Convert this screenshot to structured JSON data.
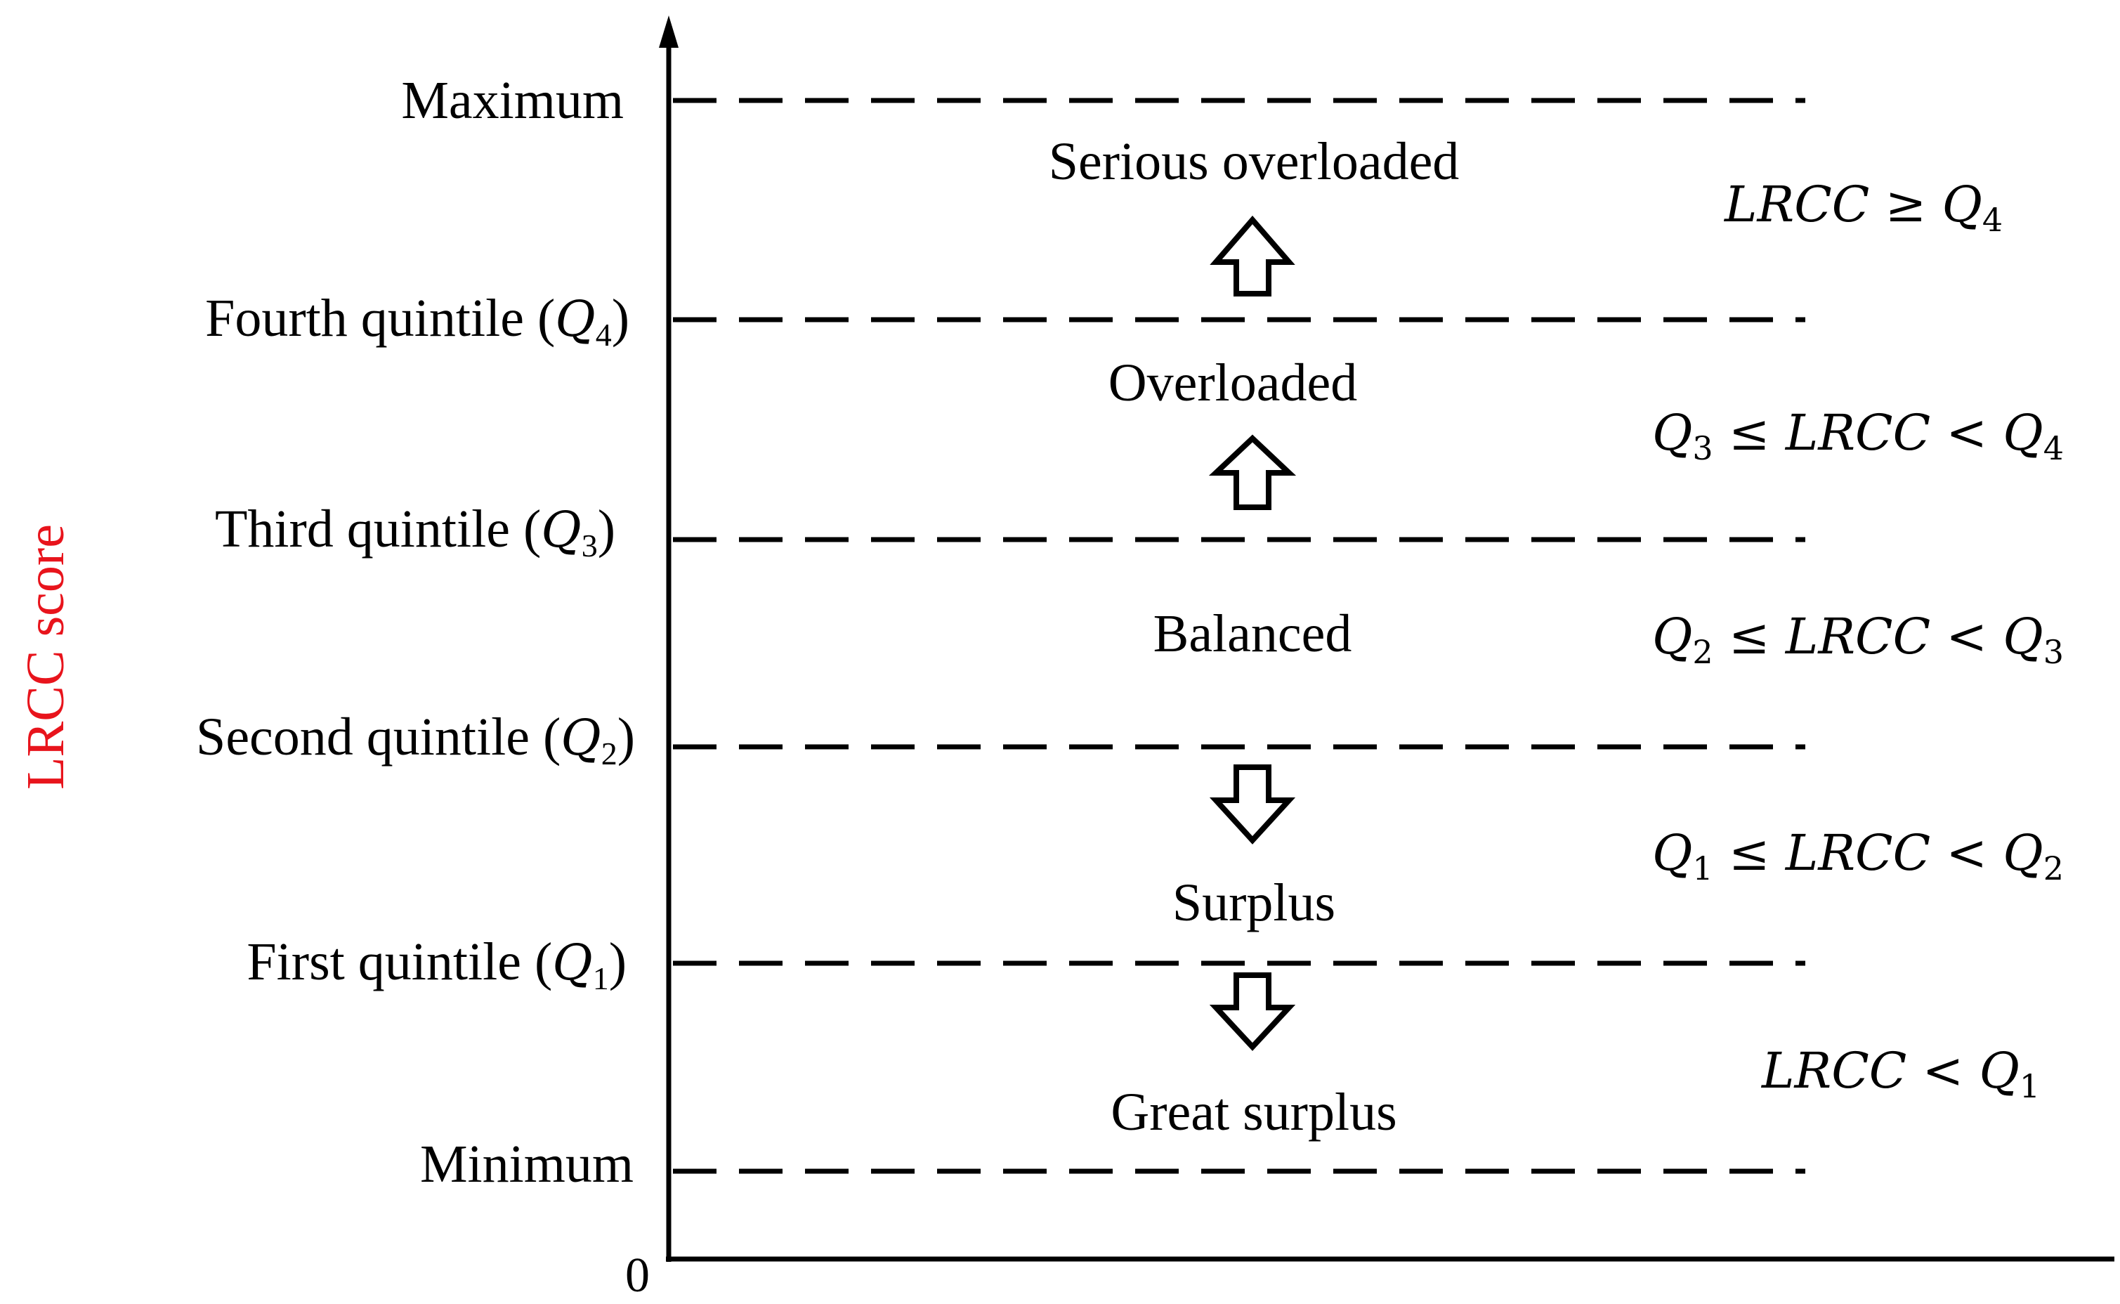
{
  "y_axis_label": "LRCC score",
  "origin_label": "0",
  "colors": {
    "axis_label": "#e8141c",
    "lines": "#000000"
  },
  "levels": [
    {
      "id": "max",
      "label": "Maximum",
      "symbol": ""
    },
    {
      "id": "q4",
      "label": "Fourth quintile",
      "symbol": "4"
    },
    {
      "id": "q3",
      "label": "Third quintile",
      "symbol": "3"
    },
    {
      "id": "q2",
      "label": "Second quintile",
      "symbol": "2"
    },
    {
      "id": "q1",
      "label": "First quintile",
      "symbol": "1"
    },
    {
      "id": "min",
      "label": "Minimum",
      "symbol": ""
    }
  ],
  "classes": [
    {
      "id": "serious-overloaded",
      "label": "Serious overloaded",
      "arrow": "up",
      "condition": "LRCC ≥ Q4"
    },
    {
      "id": "overloaded",
      "label": "Overloaded",
      "arrow": "up",
      "condition": "Q3 ≤ LRCC < Q4"
    },
    {
      "id": "balanced",
      "label": "Balanced",
      "arrow": "none",
      "condition": "Q2 ≤ LRCC < Q3"
    },
    {
      "id": "surplus",
      "label": "Surplus",
      "arrow": "down",
      "condition": "Q1 ≤ LRCC < Q2"
    },
    {
      "id": "great-surplus",
      "label": "Great surplus",
      "arrow": "down",
      "condition": "LRCC < Q1"
    }
  ],
  "math": {
    "q_letter": "Q",
    "var": "LRCC"
  }
}
